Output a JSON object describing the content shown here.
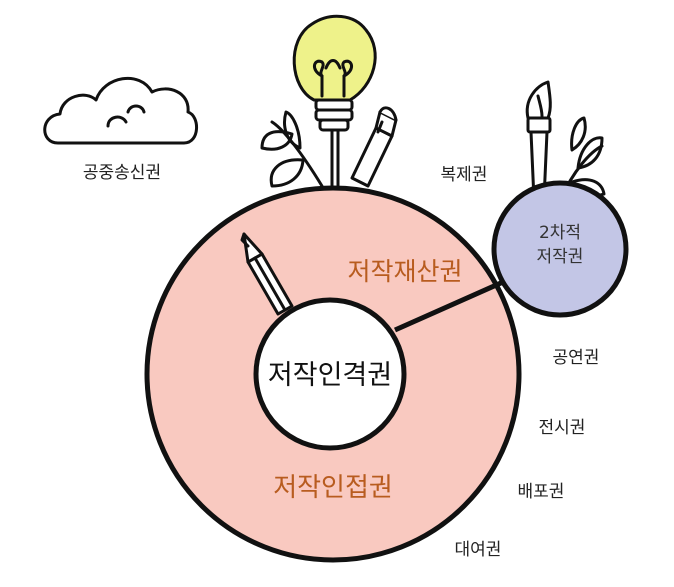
{
  "labels": {
    "outer_ring": "저작재산권",
    "inner_circle": "저작인격권",
    "neighboring": "저작인접권",
    "derivative_line1": "2차적",
    "derivative_line2": "저작권",
    "public_transmission": "공중송신권",
    "reproduction": "복제권",
    "performance": "공연권",
    "exhibition": "전시권",
    "distribution": "배포권",
    "rental": "대여권"
  },
  "colors": {
    "outer_ring_fill": "#f9c9c0",
    "outline": "#111111",
    "inner_fill": "#ffffff",
    "derivative_fill": "#c3c6e6",
    "accent_text": "#b85c1f",
    "bulb_fill": "#eef28a",
    "plain_text": "#222222"
  },
  "icons": [
    "cloud-icon",
    "lightbulb-icon",
    "pen-nib-icon",
    "leaf-icon",
    "paintbrush-icon",
    "pencil-icon"
  ]
}
